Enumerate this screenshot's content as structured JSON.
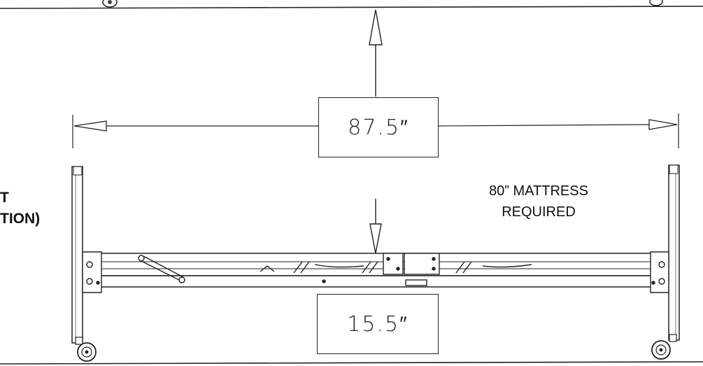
{
  "dimensions": {
    "length": "87.5″",
    "height": "15.5″"
  },
  "mattress_note": {
    "line1": "80” MATTRESS",
    "line2": "REQUIRED"
  },
  "side_note": {
    "line1": "T",
    "line2": "TION)"
  },
  "colors": {
    "line": "#222222",
    "background": "#ffffff"
  }
}
